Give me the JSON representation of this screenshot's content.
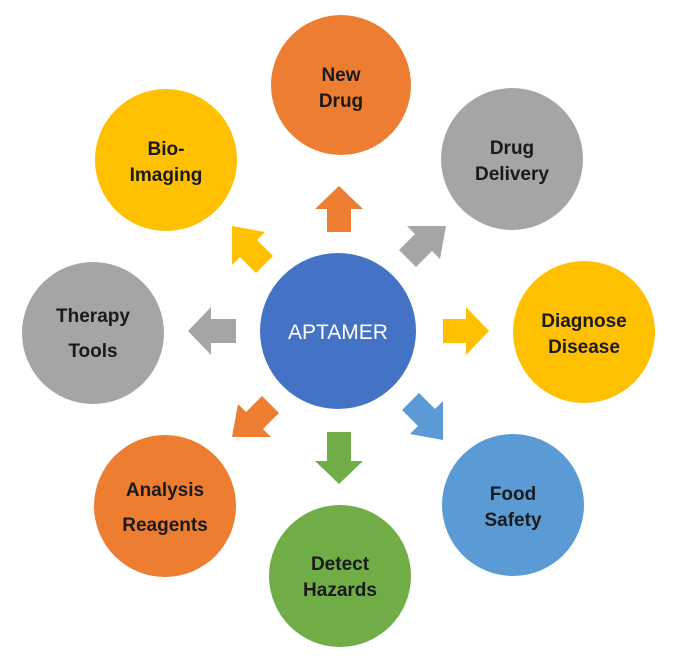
{
  "center": {
    "label": "APTAMER",
    "color": "#4472c4"
  },
  "nodes": [
    {
      "id": "new-drug",
      "lines": [
        "New",
        "Drug"
      ],
      "color": "#ed7d31"
    },
    {
      "id": "drug-delivery",
      "lines": [
        "Drug",
        "Delivery"
      ],
      "color": "#a5a5a5"
    },
    {
      "id": "diagnose-disease",
      "lines": [
        "Diagnose",
        "Disease"
      ],
      "color": "#ffc000"
    },
    {
      "id": "food-safety",
      "lines": [
        "Food",
        "Safety"
      ],
      "color": "#5b9bd5"
    },
    {
      "id": "detect-hazards",
      "lines": [
        "Detect",
        "Hazards"
      ],
      "color": "#70ad47"
    },
    {
      "id": "analysis-reagents",
      "lines": [
        "Analysis",
        "Reagents"
      ],
      "color": "#ed7d31"
    },
    {
      "id": "therapy-tools",
      "lines": [
        "Therapy",
        "Tools"
      ],
      "color": "#a5a5a5"
    },
    {
      "id": "bio-imaging",
      "lines": [
        "Bio-",
        "Imaging"
      ],
      "color": "#ffc000"
    }
  ]
}
